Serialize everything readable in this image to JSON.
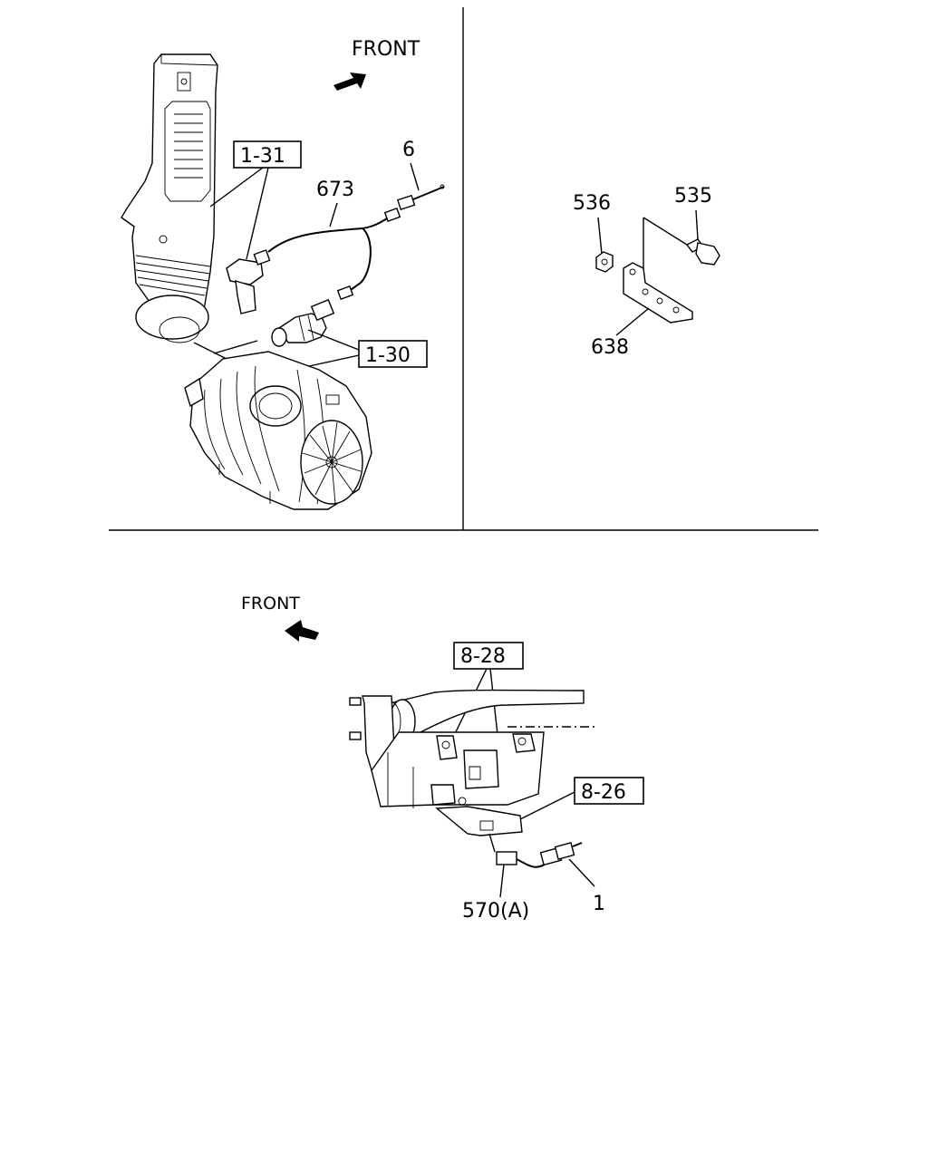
{
  "labels": {
    "front_top": "FRONT",
    "front_bottom": "FRONT",
    "ref_1_31": "1-31",
    "ref_1_30": "1-30",
    "ref_8_28": "8-28",
    "ref_8_26": "8-26",
    "part_673": "673",
    "part_6": "6",
    "part_536": "536",
    "part_535": "535",
    "part_638": "638",
    "part_570a": "570(A)",
    "part_1": "1"
  }
}
